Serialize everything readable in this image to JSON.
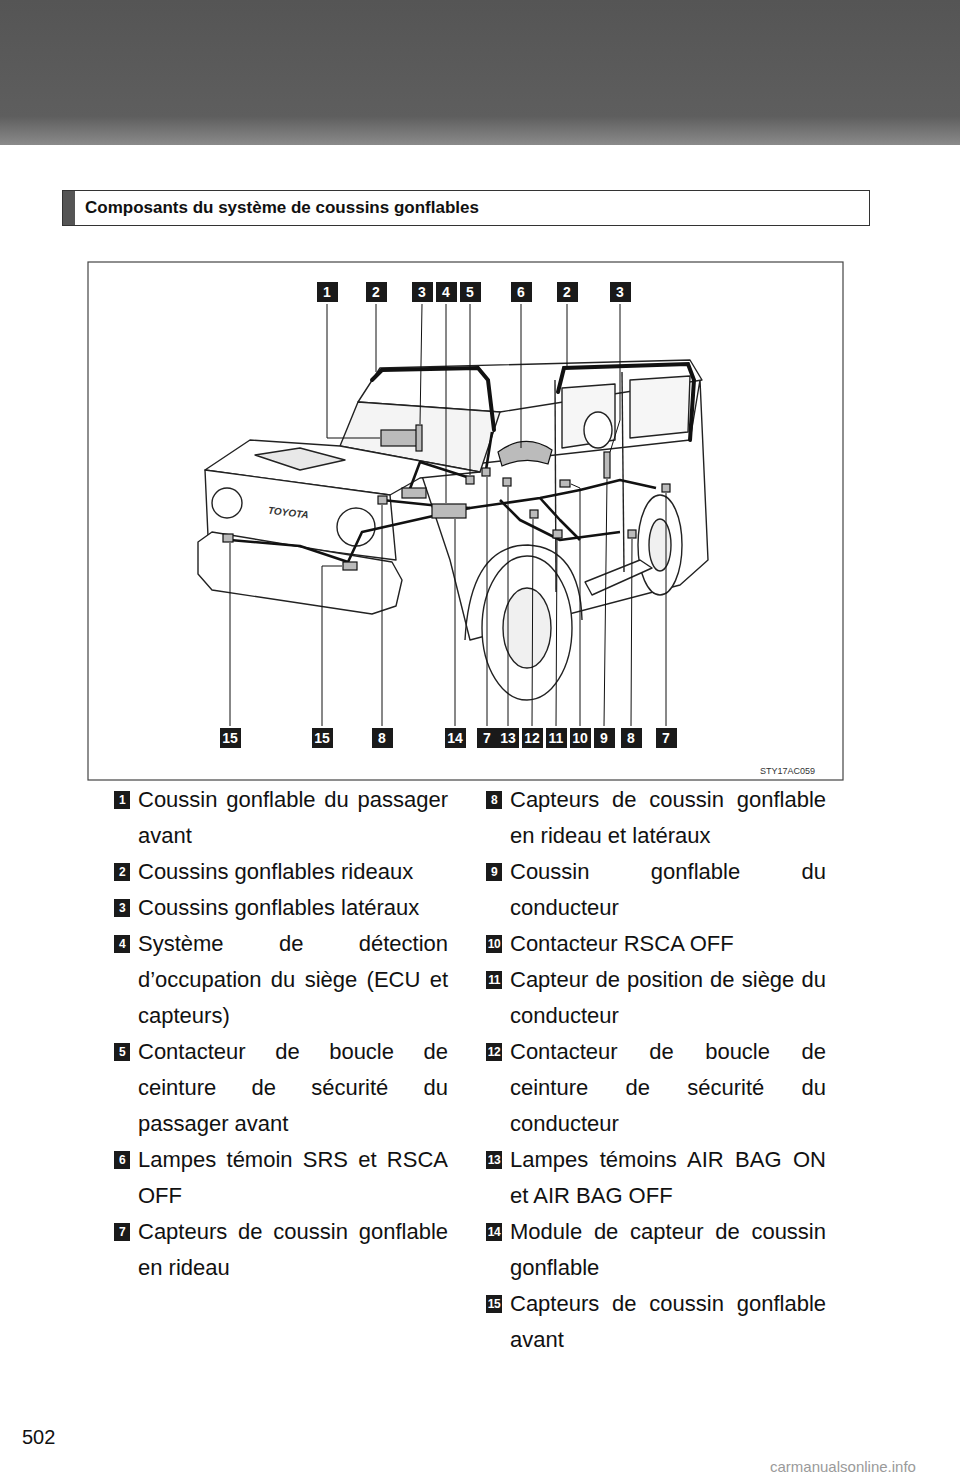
{
  "diagram": {
    "title": "Composants du système de coussins gonflables",
    "labels": [
      "502",
      "1",
      "2",
      "3",
      "4",
      "5",
      "6",
      "2",
      "3",
      "15",
      "15",
      "8",
      "14",
      "7",
      "13",
      "12",
      "11",
      "10",
      "9",
      "8",
      "7",
      "STY17AC059",
      "TOYOTA",
      "1",
      "Coussin gonflable du passager avant",
      "2",
      "Coussins gonflables rideaux",
      "3",
      "Coussins gonflables latéraux",
      "4",
      "Système de détection d’occupation du siège (ECU et capteurs)",
      "5",
      "Contacteur de boucle de ceinture de sécurité du passager avant",
      "6",
      "Lampes témoin SRS et RSCA OFF",
      "7",
      "Capteurs de coussin gonflable en rideau",
      "8",
      "Capteurs de coussin gonflable en rideau et latéraux",
      "9",
      "Coussin gonflable du conducteur",
      "10",
      "Contacteur RSCA OFF",
      "11",
      "Capteur de position de siège du conducteur",
      "12",
      "Contacteur de boucle de ceinture de sécurité du conducteur",
      "13",
      "Lampes témoins AIR BAG ON et AIR BAG OFF",
      "14",
      "Module de capteur de coussin gonflable",
      "15",
      "Capteurs de coussin gonflable avant",
      "carmanualsonline.info"
    ]
  }
}
